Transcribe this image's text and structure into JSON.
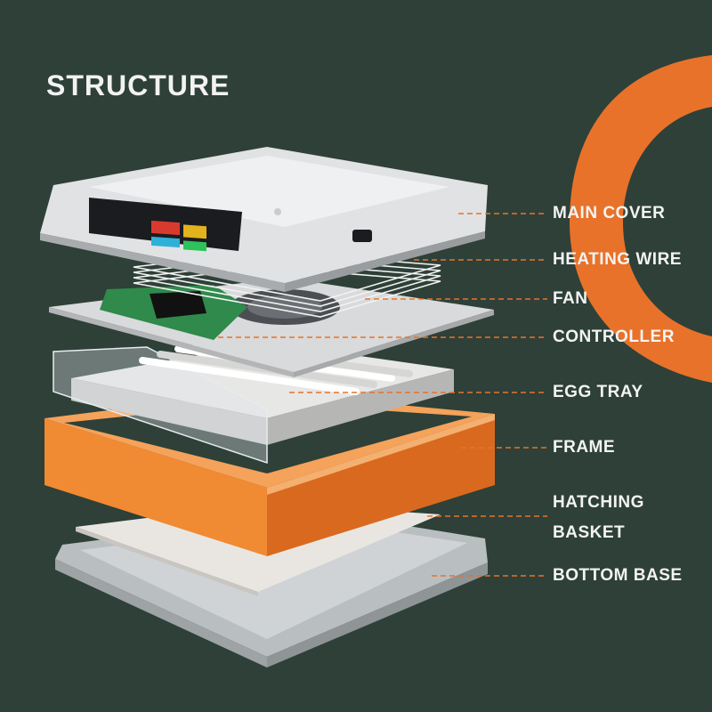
{
  "title": "STRUCTURE",
  "accent_color": "#e8722a",
  "background_color": "#2e4038",
  "parts": [
    {
      "id": "main-cover",
      "label": "MAIN COVER"
    },
    {
      "id": "heating-wire",
      "label": "HEATING WIRE"
    },
    {
      "id": "fan",
      "label": "FAN"
    },
    {
      "id": "controller",
      "label": "CONTROLLER"
    },
    {
      "id": "egg-tray",
      "label": "EGG TRAY"
    },
    {
      "id": "frame",
      "label": "FRAME"
    },
    {
      "id": "hatching-basket",
      "label": [
        "HATCHING",
        "BASKET"
      ]
    },
    {
      "id": "bottom-base",
      "label": "BOTTOM BASE"
    }
  ]
}
